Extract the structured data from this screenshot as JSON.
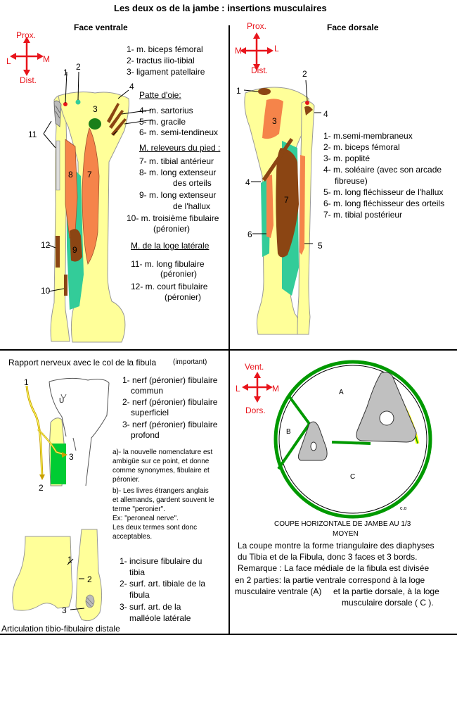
{
  "title": "Les deux os de la jambe : insertions musculaires",
  "orient": {
    "prox": "Prox.",
    "dist": "Dist.",
    "l": "L",
    "m": "M",
    "vent": "Vent.",
    "dors": "Dors."
  },
  "ventral": {
    "heading": "Face ventrale",
    "items": [
      "1- m. biceps fémoral",
      "2- tractus ilio-tibial",
      "3- ligament patellaire"
    ],
    "patte_heading": "Patte d'oie:",
    "patte": [
      "4- m. sartorius",
      "5- m. gracile",
      "6- m. semi-tendineux"
    ],
    "releveurs_heading": "M. releveurs du pied :",
    "releveurs": [
      "7- m. tibial antérieur",
      "8- m. long extenseur",
      "des orteils",
      "9- m. long extenseur",
      "de l'hallux",
      "10- m. troisième fibulaire",
      "(péronier)"
    ],
    "laterale_heading": "M. de la loge latérale",
    "laterale": [
      "11- m. long fibulaire",
      "(péronier)",
      "12- m. court fibulaire",
      "(péronier)"
    ],
    "labels": [
      "1",
      "2",
      "3",
      "4",
      "11",
      "8",
      "7",
      "12",
      "9",
      "10"
    ]
  },
  "dorsal": {
    "heading": "Face dorsale",
    "items": [
      "1- m.semi-membraneux",
      "2- m. biceps fémoral",
      "3- m. poplité",
      "4- m. soléaire (avec son arcade",
      "fibreuse)",
      "5- m. long fléchisseur de l'hallux",
      "6- m. long fléchisseur des orteils",
      "7- m. tibial postérieur"
    ],
    "labels": [
      "1",
      "2",
      "3",
      "4",
      "4",
      "7",
      "6",
      "5"
    ]
  },
  "nerve": {
    "heading": "Rapport nerveux  avec le col de la fibula",
    "important": "(important)",
    "items": [
      "1- nerf (péronier) fibulaire",
      "commun",
      "2- nerf (péronier) fibulaire",
      "superficiel",
      "3- nerf (péronier) fibulaire",
      "profond"
    ],
    "note_a": [
      "a)- la nouvelle nomenclature est",
      "ambigüe sur ce point, et donne",
      "comme synonymes, fibulaire et",
      "péronier."
    ],
    "note_b": [
      "b)- Les livres étrangers anglais",
      "et allemands, gardent souvent le",
      "terme \"peronier\".",
      "Ex: \"peroneal nerve\".",
      "Les deux termes sont donc",
      "acceptables."
    ],
    "labels": [
      "1",
      "2",
      "3",
      "U"
    ]
  },
  "distal": {
    "items": [
      "1- incisure fibulaire du",
      "tibia",
      "2- surf. art. tibiale de la",
      "fibula",
      "3- surf. art. de la",
      "malléole latérale"
    ],
    "caption": "Articulation tibio-fibulaire distale",
    "labels": [
      "1",
      "2",
      "3"
    ]
  },
  "section": {
    "labels": [
      "A",
      "B",
      "C"
    ],
    "signature": "c.o",
    "caption": [
      "COUPE HORIZONTALE DE JAMBE AU 1/3",
      "MOYEN"
    ],
    "text": [
      "La coupe montre la forme triangulaire des diaphyses",
      "du Tibia et de la Fibula, donc 3 faces et 3 bords.",
      "Remarque : La face  médiale de la fibula est divisée",
      "en 2 parties: la partie ventrale correspond à la loge",
      "musculaire ventrale (A)",
      "et la partie dorsale, à la loge",
      "musculaire dorsale ( C )."
    ]
  },
  "colors": {
    "bone": "#ffff99",
    "orange": "#f5844a",
    "brown": "#8b4513",
    "green": "#33cc99",
    "red": "#e8141b",
    "ring_green": "#009900",
    "ring_yellow": "#ffff00",
    "gray": "#c0c0c0"
  }
}
